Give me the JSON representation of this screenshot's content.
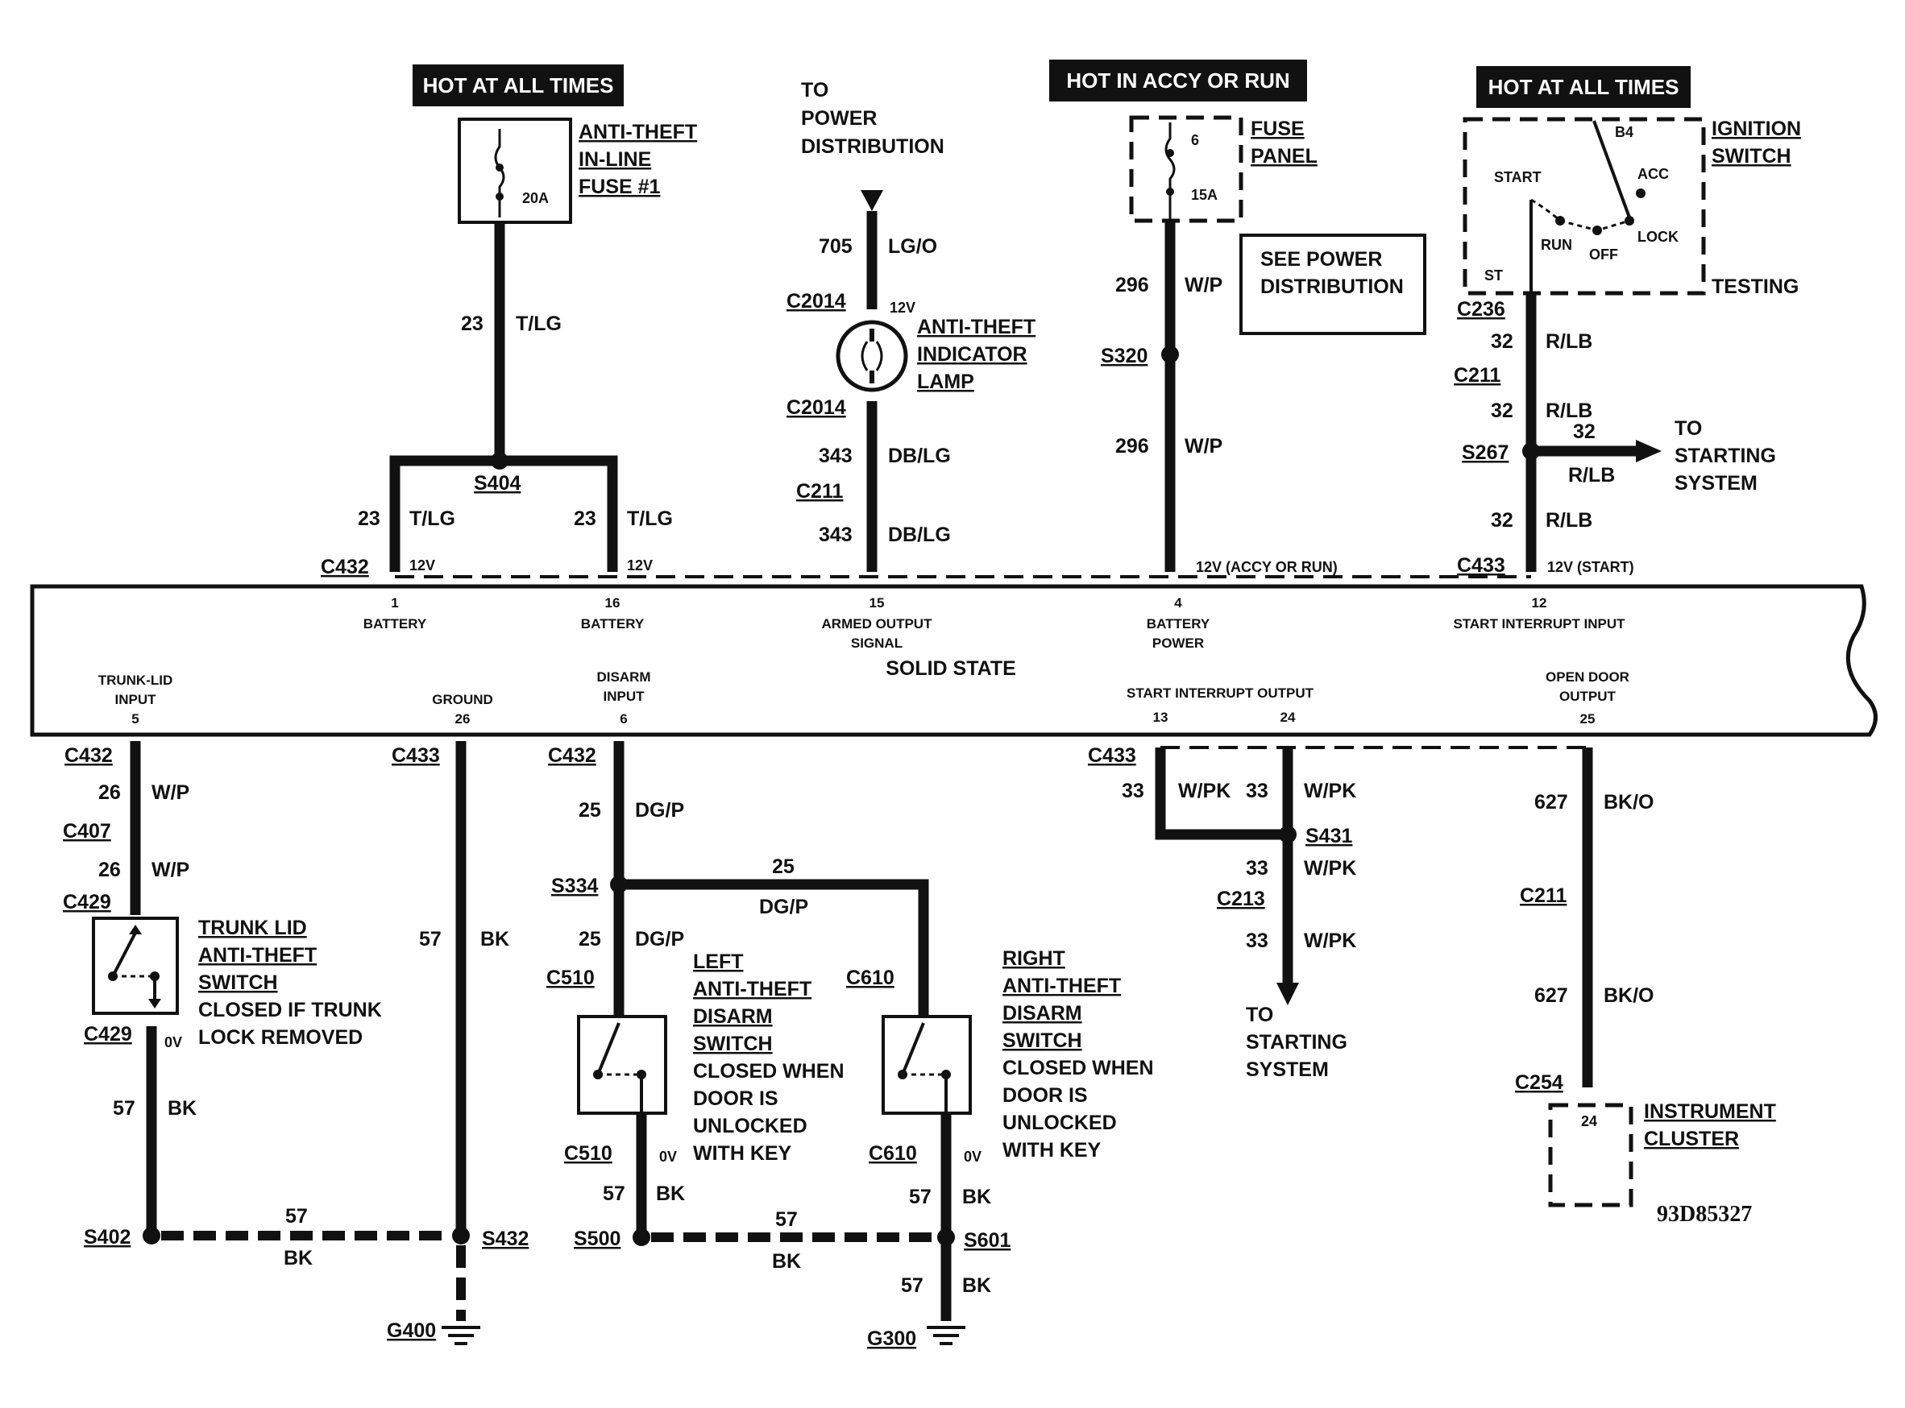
{
  "headers": {
    "hot_all_times_1": "HOT AT ALL TIMES",
    "hot_accy_run": "HOT IN ACCY OR RUN",
    "hot_all_times_2": "HOT AT ALL TIMES"
  },
  "components": {
    "fuse_1": {
      "title": [
        "ANTI-THEFT",
        "IN-LINE",
        "FUSE #1"
      ],
      "rating": "20A"
    },
    "power_dist": [
      "TO",
      "POWER",
      "DISTRIBUTION"
    ],
    "lamp": [
      "ANTI-THEFT",
      "INDICATOR",
      "LAMP"
    ],
    "fuse_panel": {
      "title": [
        "FUSE",
        "PANEL"
      ],
      "num": "6",
      "rating": "15A"
    },
    "see_power": [
      "SEE POWER",
      "DISTRIBUTION"
    ],
    "ignition": {
      "title": [
        "IGNITION",
        "SWITCH"
      ],
      "start": "START",
      "acc": "ACC",
      "run": "RUN",
      "off": "OFF",
      "lock": "LOCK",
      "st": "ST",
      "b4": "B4",
      "testing": "TESTING"
    },
    "starting_system_1": [
      "TO",
      "STARTING",
      "SYSTEM"
    ],
    "module": "SOLID STATE",
    "trunk_switch": {
      "title": [
        "TRUNK LID",
        "ANTI-THEFT",
        "SWITCH"
      ],
      "note": [
        "CLOSED IF TRUNK",
        "LOCK REMOVED"
      ]
    },
    "left_switch": {
      "title": [
        "LEFT",
        "ANTI-THEFT",
        "DISARM",
        "SWITCH"
      ],
      "note": [
        "CLOSED WHEN",
        "DOOR IS",
        "UNLOCKED",
        "WITH KEY"
      ]
    },
    "right_switch": {
      "title": [
        "RIGHT",
        "ANTI-THEFT",
        "DISARM",
        "SWITCH"
      ],
      "note": [
        "CLOSED WHEN",
        "DOOR IS",
        "UNLOCKED",
        "WITH KEY"
      ]
    },
    "starting_system_2": [
      "TO",
      "STARTING",
      "SYSTEM"
    ],
    "instrument": {
      "title": [
        "INSTRUMENT",
        "CLUSTER"
      ],
      "pin": "24"
    },
    "drawing_no": "93D85327"
  },
  "pins_top": [
    {
      "num": "1",
      "name": [
        "BATTERY"
      ]
    },
    {
      "num": "16",
      "name": [
        "BATTERY"
      ]
    },
    {
      "num": "15",
      "name": [
        "ARMED OUTPUT",
        "SIGNAL"
      ]
    },
    {
      "num": "4",
      "name": [
        "BATTERY",
        "POWER"
      ]
    },
    {
      "num": "12",
      "name": [
        "START INTERRUPT INPUT"
      ]
    }
  ],
  "pins_bottom": [
    {
      "num": "5",
      "name": [
        "TRUNK-LID",
        "INPUT"
      ]
    },
    {
      "num": "26",
      "name": [
        "GROUND"
      ]
    },
    {
      "num": "6",
      "name": [
        "DISARM",
        "INPUT"
      ]
    },
    {
      "num": "13",
      "name": [
        "START INTERRUPT OUTPUT"
      ]
    },
    {
      "num": "24",
      "name": []
    },
    {
      "num": "25",
      "name": [
        "OPEN DOOR",
        "OUTPUT"
      ]
    }
  ],
  "voltages": {
    "v12": "12V",
    "v12_accy": "12V (ACCY OR RUN)",
    "v12_start": "12V (START)",
    "v0": "0V"
  },
  "connectors": {
    "C432": "C432",
    "C433": "C433",
    "C2014": "C2014",
    "C211": "C211",
    "C236": "C236",
    "C407": "C407",
    "C429": "C429",
    "C510": "C510",
    "C610": "C610",
    "C213": "C213",
    "C254": "C254"
  },
  "splices": {
    "S404": "S404",
    "S320": "S320",
    "S267": "S267",
    "S431": "S431",
    "S334": "S334",
    "S402": "S402",
    "S432": "S432",
    "S500": "S500",
    "S601": "S601"
  },
  "grounds": {
    "G400": "G400",
    "G300": "G300"
  },
  "circuits": {
    "c23": "23",
    "c705": "705",
    "c343": "343",
    "c296": "296",
    "c32": "32",
    "c26": "26",
    "c57": "57",
    "c25": "25",
    "c33": "33",
    "c627": "627"
  },
  "colors": {
    "T_LG": "T/LG",
    "LG_O": "LG/O",
    "DB_LG": "DB/LG",
    "W_P": "W/P",
    "R_LB": "R/LB",
    "BK": "BK",
    "DG_P": "DG/P",
    "W_PK": "W/PK",
    "BK_O": "BK/O"
  }
}
